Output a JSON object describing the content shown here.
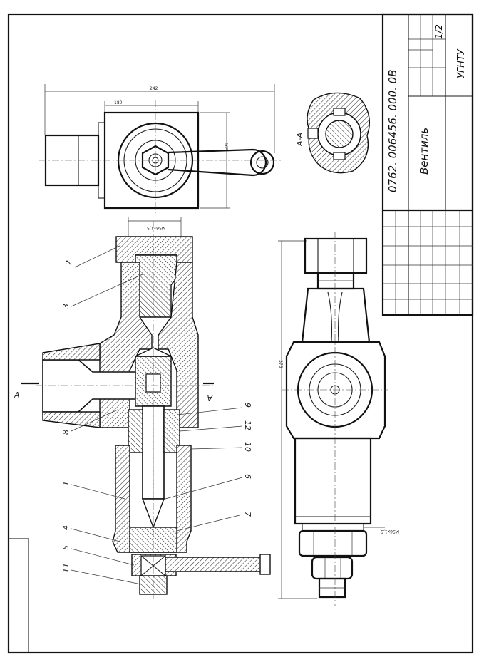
{
  "drawing": {
    "code": "0762. 006456. 000. 0В",
    "name": "Вентиль",
    "scale": "1/2",
    "organization": "УГНТУ",
    "section_label": "А-А",
    "section_mark": "А",
    "dimensions": {
      "overall_width": "242",
      "inner_width": "180",
      "height_top": "105",
      "total_height": "375",
      "thread_top": "M56x1,5",
      "thread_bottom": "M56x1,5"
    },
    "positions": [
      "2",
      "3",
      "8",
      "1",
      "4",
      "5",
      "11",
      "9",
      "12",
      "10",
      "6",
      "7"
    ]
  }
}
